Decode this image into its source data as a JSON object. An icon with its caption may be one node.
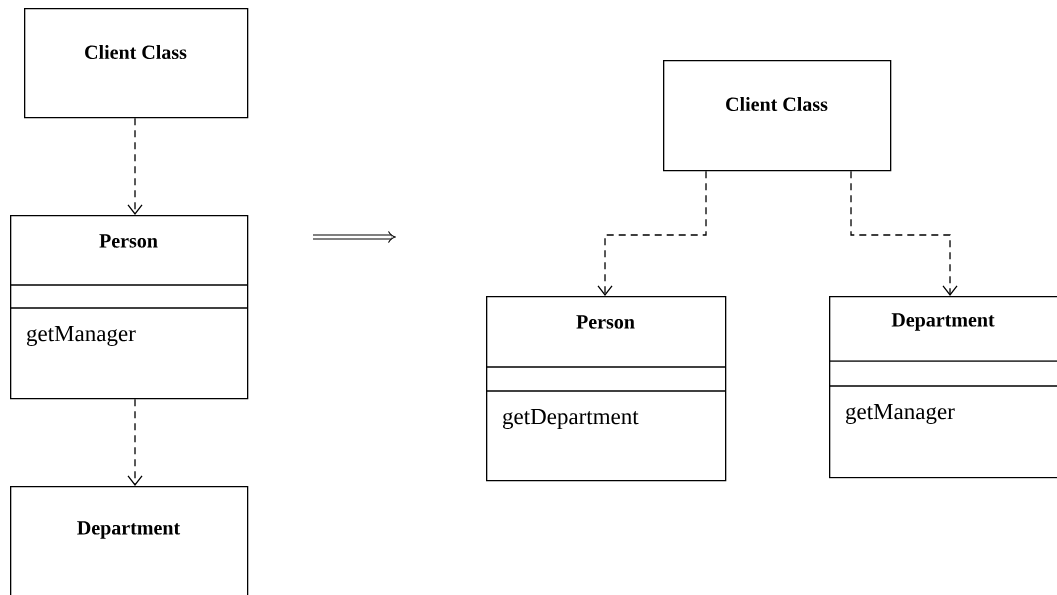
{
  "diagram": {
    "nodes": [
      {
        "text": [
          "Client Class"
        ]
      },
      {
        "text": [
          "Person",
          "getManager"
        ]
      },
      {
        "text": [
          "Department"
        ]
      },
      {
        "text": [
          "Client Class"
        ]
      },
      {
        "text": [
          "Person",
          "getDepartment"
        ]
      },
      {
        "text": [
          "Department",
          "getManager"
        ]
      }
    ],
    "edges": [
      {
        "from": 0,
        "to": 1,
        "arrow": "to",
        "style": "dashed"
      },
      {
        "from": 1,
        "to": 2,
        "arrow": "to",
        "style": "dashed"
      },
      {
        "from": 3,
        "to": 4,
        "arrow": "to",
        "style": "dashed"
      },
      {
        "from": 3,
        "to": 5,
        "arrow": "to",
        "style": "dashed"
      }
    ]
  }
}
